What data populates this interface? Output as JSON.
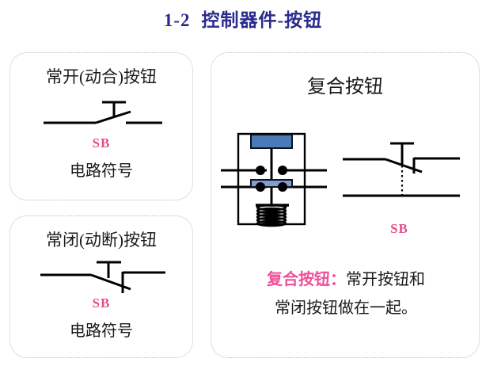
{
  "slide": {
    "number": "1-2",
    "title": "控制器件-按钮",
    "title_color": "#2b2b8f"
  },
  "colors": {
    "title": "#2b2b8f",
    "sb_label": "#e0508c",
    "note_highlight": "#f04f9a",
    "button_cap": "#4a7ab8",
    "contact_bar": "#7f9fd0",
    "line": "#000000",
    "panel_border": "#bdbdbd"
  },
  "panels": {
    "normally_open": {
      "heading": "常开(动合)按钮",
      "symbol_name": "normally-open-pushbutton-symbol",
      "designator": "SB",
      "caption": "电路符号"
    },
    "normally_closed": {
      "heading": "常闭(动断)按钮",
      "symbol_name": "normally-closed-pushbutton-symbol",
      "designator": "SB",
      "caption": "电路符号"
    },
    "compound": {
      "heading": "复合按钮",
      "device_name": "compound-pushbutton-construction-diagram",
      "symbol_name": "compound-pushbutton-symbol",
      "designator": "SB",
      "note_label": "复合按钮：",
      "note_line1": "常开按钮和",
      "note_line2": "常闭按钮做在一起。"
    }
  }
}
